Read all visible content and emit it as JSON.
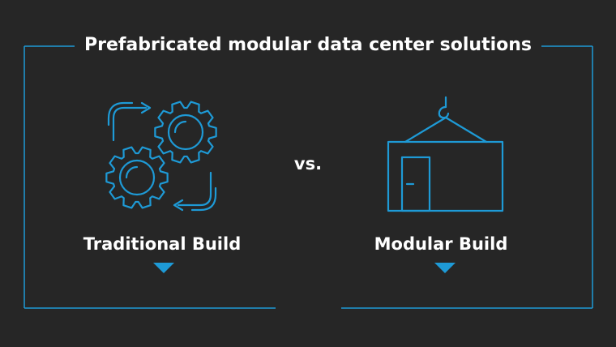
{
  "title": "Prefabricated modular data center solutions",
  "comparison": {
    "left": {
      "label": "Traditional Build",
      "icon": "gears-cycle-icon"
    },
    "separator": "vs.",
    "right": {
      "label": "Modular Build",
      "icon": "container-crane-icon"
    }
  },
  "colors": {
    "background": "#262626",
    "accent": "#1e9ad6",
    "text": "#ffffff"
  }
}
